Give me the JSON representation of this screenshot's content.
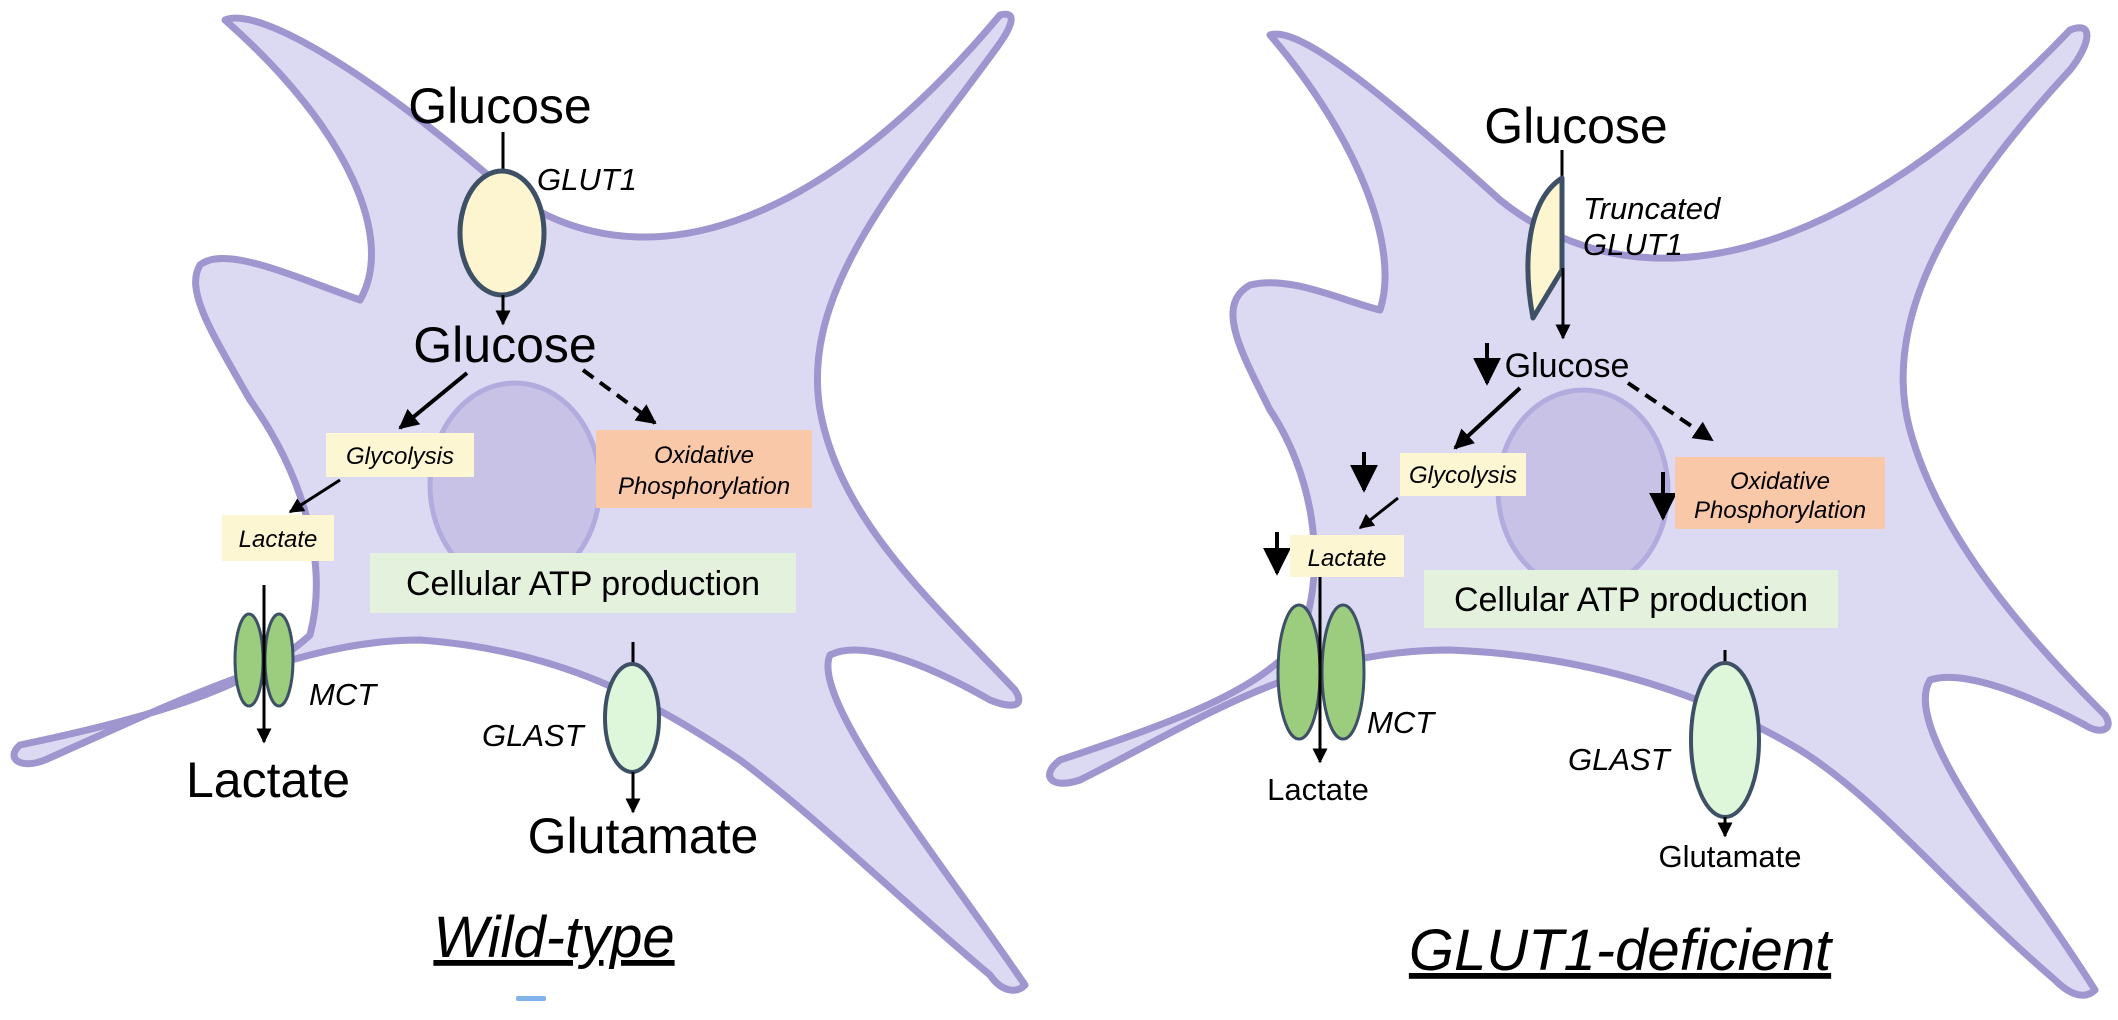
{
  "panels": [
    {
      "id": "wild-type",
      "title": "Wild-type",
      "glucose_outside": "Glucose",
      "transporter_label": "GLUT1",
      "glucose_inside": "Glucose",
      "glycolysis": "Glycolysis",
      "oxphos_line1": "Oxidative",
      "oxphos_line2": "Phosphorylation",
      "lactate_inside": "Lactate",
      "atp": "Cellular ATP production",
      "mct": "MCT",
      "lactate_outside": "Lactate",
      "glast": "GLAST",
      "glutamate": "Glutamate"
    },
    {
      "id": "glut1-deficient",
      "title": "GLUT1-deficient",
      "glucose_outside": "Glucose",
      "transporter_line1": "Truncated",
      "transporter_line2": "GLUT1",
      "glucose_inside": "Glucose",
      "glycolysis": "Glycolysis",
      "oxphos_line1": "Oxidative",
      "oxphos_line2": "Phosphorylation",
      "lactate_inside": "Lactate",
      "atp": "Cellular ATP production",
      "mct": "MCT",
      "lactate_outside": "Lactate",
      "glast": "GLAST",
      "glutamate": "Glutamate"
    }
  ],
  "colors": {
    "cell_fill": "#dcd9f2",
    "cell_stroke": "#9f95cf",
    "nucleus_fill": "#c7c2e6",
    "nucleus_stroke": "#b2abde",
    "glut_fill": "#fdf5cf",
    "glycolysis_box": "#fdf6d2",
    "oxphos_box": "#f9c8a9",
    "atp_box": "#e4f1dc",
    "mct_fill": "#9ccc7e",
    "glast_fill": "#def6da",
    "protein_stroke": "#3d5066"
  },
  "icons": [
    "down-arrow-icon"
  ]
}
